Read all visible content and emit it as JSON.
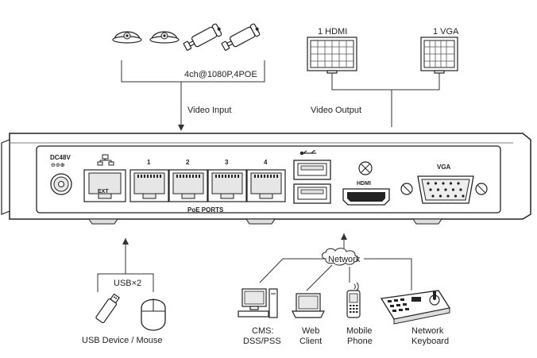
{
  "video_input": {
    "camera_spec": "4ch@1080P,4POE",
    "label": "Video Input"
  },
  "video_output": {
    "label": "Video Output",
    "hdmi_monitor": "1 HDMI",
    "vga_monitor": "1 VGA"
  },
  "device_panel": {
    "power_label": "DC48V",
    "power_polarity": "⊖⊙⊕",
    "poe_port_numbers": [
      "1",
      "2",
      "3",
      "4"
    ],
    "poe_ports_label": "PoE PORTS",
    "ext_port_label": "EXT",
    "hdmi_port_label": "HDMI",
    "vga_port_label": "VGA"
  },
  "usb": {
    "label": "USB×2",
    "device_label": "USB Device / Mouse"
  },
  "network": {
    "label": "Network",
    "clients": [
      {
        "line1": "CMS:",
        "line2": "DSS/PSS"
      },
      {
        "line1": "Web",
        "line2": "Client"
      },
      {
        "line1": "Mobile",
        "line2": "Phone"
      },
      {
        "line1": "Network",
        "line2": "Keyboard"
      }
    ]
  }
}
